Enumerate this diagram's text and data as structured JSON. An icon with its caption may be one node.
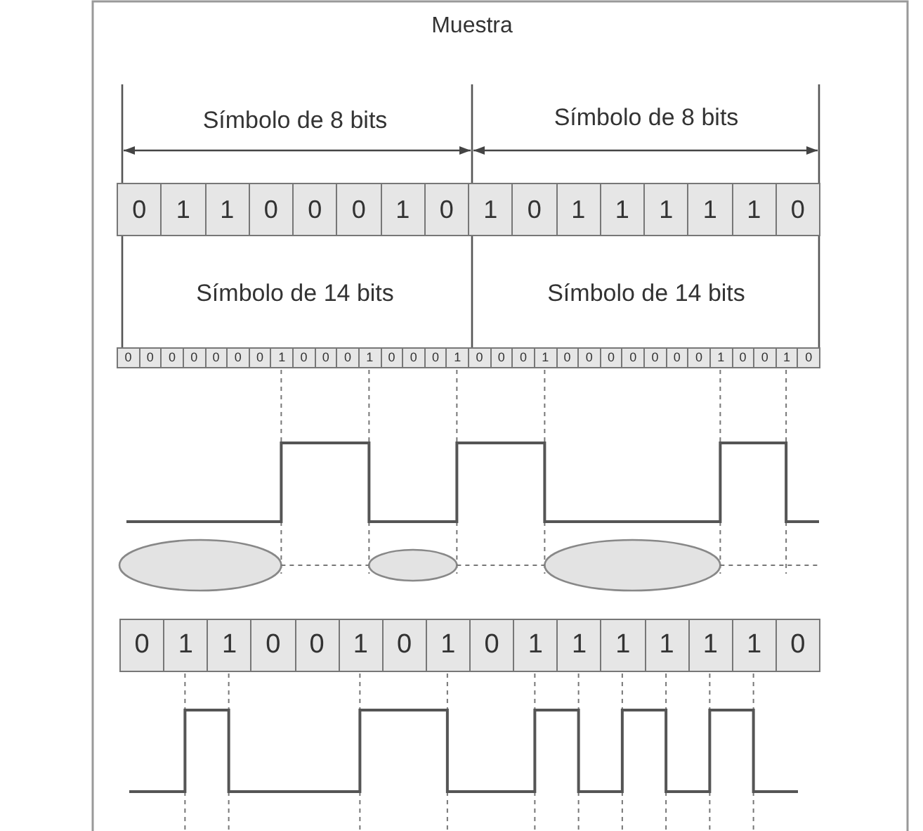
{
  "diagram": {
    "labels": [
      "Muestra",
      "Símbolo de 8 bits",
      "Símbolo de 8 bits",
      "0",
      "1",
      "1",
      "0",
      "0",
      "0",
      "1",
      "0",
      "1",
      "0",
      "1",
      "1",
      "1",
      "1",
      "1",
      "0",
      "Símbolo de 14 bits",
      "Símbolo de 14 bits",
      "0",
      "0",
      "0",
      "0",
      "0",
      "0",
      "0",
      "1",
      "0",
      "0",
      "0",
      "1",
      "0",
      "0",
      "0",
      "1",
      "0",
      "0",
      "0",
      "1",
      "0",
      "0",
      "0",
      "0",
      "0",
      "0",
      "0",
      "1",
      "0",
      "0",
      "1",
      "0",
      "0",
      "1",
      "1",
      "0",
      "0",
      "1",
      "0",
      "1",
      "0",
      "1",
      "1",
      "1",
      "1",
      "1",
      "1",
      "0"
    ]
  }
}
